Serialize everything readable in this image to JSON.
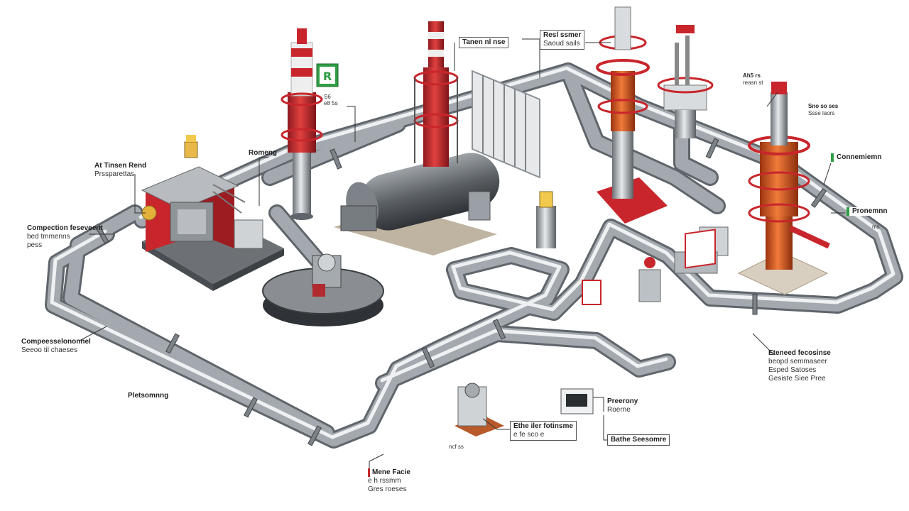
{
  "colors": {
    "pipe": "#9aa0a6",
    "pipe_dark": "#5f656b",
    "pipe_light": "#e3e6e9",
    "accent_red": "#c8262c",
    "accent_orange": "#e2591e",
    "signal_green": "#2f9e44",
    "slab": "#d9cfc0",
    "tank_dark": "#3a3d40"
  },
  "icons": {
    "valve": "valve-icon",
    "sign": "green-sign-icon",
    "warning": "warning-sign-icon"
  },
  "labels": {
    "top_center_a": {
      "line1": "Tanen nl nse"
    },
    "top_center_b": {
      "line1": "Resl ssmer",
      "line2": "Saoud sails"
    },
    "stack_left_small": {
      "line1": "S6",
      "line2": "e8 5s"
    },
    "left_top": {
      "line1": "At Tinsen Rend",
      "line2": "Prssparettas"
    },
    "left_mid": {
      "line1": "Compection feseveent",
      "line2": "bed tmmenns",
      "line3": "pess"
    },
    "center_left": {
      "line1": "Romeng"
    },
    "left_low": {
      "line1": "Compeesselononnel",
      "line2": "Seeoo til chaeses"
    },
    "bottom_left": {
      "line1": "Pletsomnng"
    },
    "bottom_center": {
      "line1": "Ethe iler fotinsme",
      "line2": "e fe sco e"
    },
    "bottom_sub": {
      "line1": "ncf ss"
    },
    "bottom_far": {
      "line1": "Mene Facie",
      "line2": "e h rssmm",
      "line3": "Gres roeses"
    },
    "bottom_mid_right": {
      "line1": "Preerony",
      "line2": "Roerne"
    },
    "bottom_right": {
      "line1": "Bathe Seesomre"
    },
    "right_top_a": {
      "line1": "Ah5 rs",
      "line2": "reasn st"
    },
    "right_top_b": {
      "line1": "Sno so ses",
      "line2": "Ssse laors"
    },
    "right_green_a": {
      "line1": "Connemiemn"
    },
    "right_green_b": {
      "line1": "Pronemnn"
    },
    "right_small": {
      "line1": "ms"
    },
    "right_low": {
      "line1": "Eteneed fecosinse",
      "line2": "beopd semmaseer",
      "line3": "Esped Satoses",
      "line4": "Gesiste Siee Pree"
    }
  }
}
